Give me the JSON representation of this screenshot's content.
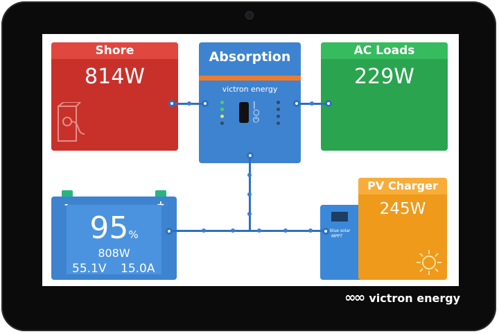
{
  "shore": {
    "title": "Shore",
    "power": "814W"
  },
  "inverter": {
    "state": "Absorption",
    "brand": "victron energy"
  },
  "ac_loads": {
    "title": "AC Loads",
    "power": "229W"
  },
  "battery": {
    "soc": "95",
    "soc_unit": "%",
    "power": "808W",
    "voltage": "55.1V",
    "current": "15.0A",
    "minus": "-",
    "plus": "+"
  },
  "pv_charger": {
    "title": "PV Charger",
    "power": "245W",
    "device_brand": "blue solar",
    "device_type": "MPPT"
  },
  "device_brand": "victron energy"
}
